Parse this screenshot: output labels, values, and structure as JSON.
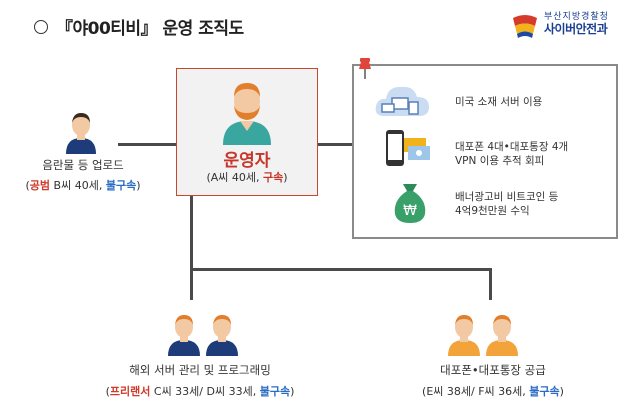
{
  "title": "『야00티비』 운영 조직도",
  "logo": {
    "line1": "부산지방경찰청",
    "line2": "사이버안전과"
  },
  "operator": {
    "role": "운영자",
    "detail_open": "(A씨 40세, ",
    "status": "구속",
    "detail_close": ")"
  },
  "uploader": {
    "label": "음란물 등 업로드",
    "open": "(",
    "accomplice": "공범",
    "middle": " B씨 40세, ",
    "status": "불구속",
    "close": ")"
  },
  "info": {
    "items": [
      {
        "icon": "cloud-server-icon",
        "text": "미국 소재 서버 이용"
      },
      {
        "icon": "phone-bank-icon",
        "text_line1": "대포폰 4대•대포통장 4개",
        "text_line2": "VPN 이용 추적 회피"
      },
      {
        "icon": "money-bag-icon",
        "text_line1": "배너광고비 비트코인 등",
        "text_line2": "4억9천만원 수익"
      }
    ]
  },
  "server_team": {
    "label": "해외 서버 관리 및 프로그래밍",
    "open": "(",
    "role": "프리랜서",
    "middle": " C씨 33세/ D씨 33세, ",
    "status": "불구속",
    "close": ")"
  },
  "supply_team": {
    "label": "대포폰•대포통장 공급",
    "open": "(E씨 38세/ F씨 36세, ",
    "status": "불구속",
    "close": ")"
  },
  "colors": {
    "accent_red": "#c6362a",
    "accent_blue": "#2a6bc4",
    "box_border": "#8a8a8a",
    "person_blue": "#1f3c7a",
    "skin": "#f3c9a3",
    "hair_orange": "#e27f2c"
  }
}
